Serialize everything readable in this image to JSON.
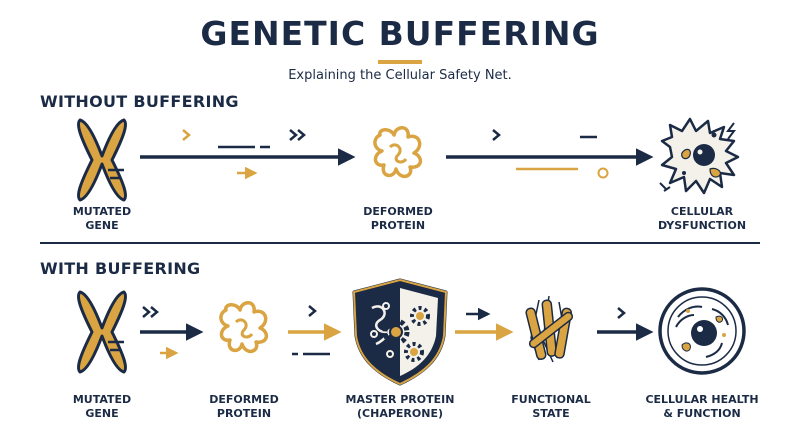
{
  "header": {
    "title": "GENETIC BUFFERING",
    "subtitle": "Explaining the Cellular Safety Net."
  },
  "without": {
    "heading": "WITHOUT BUFFERING",
    "nodes": [
      {
        "label": "MUTATED\nGENE"
      },
      {
        "label": "DEFORMED\nPROTEIN"
      },
      {
        "label": "CELLULAR\nDYSFUNCTION"
      }
    ]
  },
  "with": {
    "heading": "WITH BUFFERING",
    "nodes": [
      {
        "label": "MUTATED\nGENE"
      },
      {
        "label": "DEFORMED\nPROTEIN"
      },
      {
        "label": "MASTER PROTEIN\n(CHAPERONE)"
      },
      {
        "label": "FUNCTIONAL\nSTATE"
      },
      {
        "label": "CELLULAR HEALTH\n& FUNCTION"
      }
    ]
  },
  "colors": {
    "navy": "#1c2b45",
    "gold": "#d9a441",
    "light": "#ffffff"
  }
}
